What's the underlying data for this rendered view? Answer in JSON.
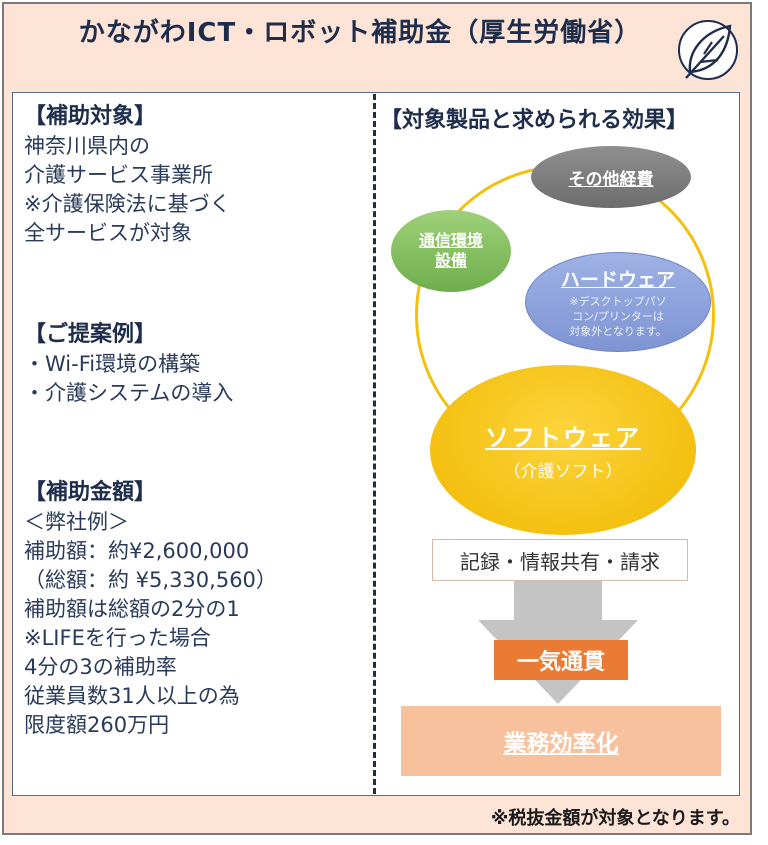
{
  "header": {
    "title": "かながわICT・ロボット補助金（厚生労働省）"
  },
  "left": {
    "target_heading": "【補助対象】",
    "target_lines": [
      "神奈川県内の",
      "介護サービス事業所",
      "※介護保険法に基づく",
      "全サービスが対象"
    ],
    "proposal_heading": "【ご提案例】",
    "proposal_lines": [
      "・Wi-Fi環境の構築",
      "・介護システムの導入"
    ],
    "amount_heading": "【補助金額】",
    "amount_lines": [
      "＜弊社例＞",
      "補助額：約¥2,600,000",
      "（総額：約 ¥5,330,560）",
      "補助額は総額の2分の1",
      "※LIFEを行った場合",
      "4分の3の補助率",
      "従業員数31人以上の為",
      "限度額260万円"
    ]
  },
  "right": {
    "heading": "【対象製品と求められる効果】",
    "other_costs": "その他経費",
    "comm_line1": "通信環境",
    "comm_line2": "設備",
    "hardware_title": "ハードウェア",
    "hardware_note1": "※デスクトップパソ",
    "hardware_note2": "コン/プリンターは",
    "hardware_note3": "対象外となります。",
    "software_title": "ソフトウェア",
    "software_sub": "（介護ソフト）",
    "record_box": "記録・情報共有・請求",
    "ikki_label": "一気通貫",
    "result_label": "業務効率化"
  },
  "footer": {
    "note": "※税抜金額が対象となります。"
  },
  "colors": {
    "background": "#fde4d7",
    "accent_yellow": "#f2c10f",
    "accent_orange": "#e97b34",
    "navy": "#1f2d4c"
  },
  "icons": {
    "leaf": "leaf-icon"
  }
}
